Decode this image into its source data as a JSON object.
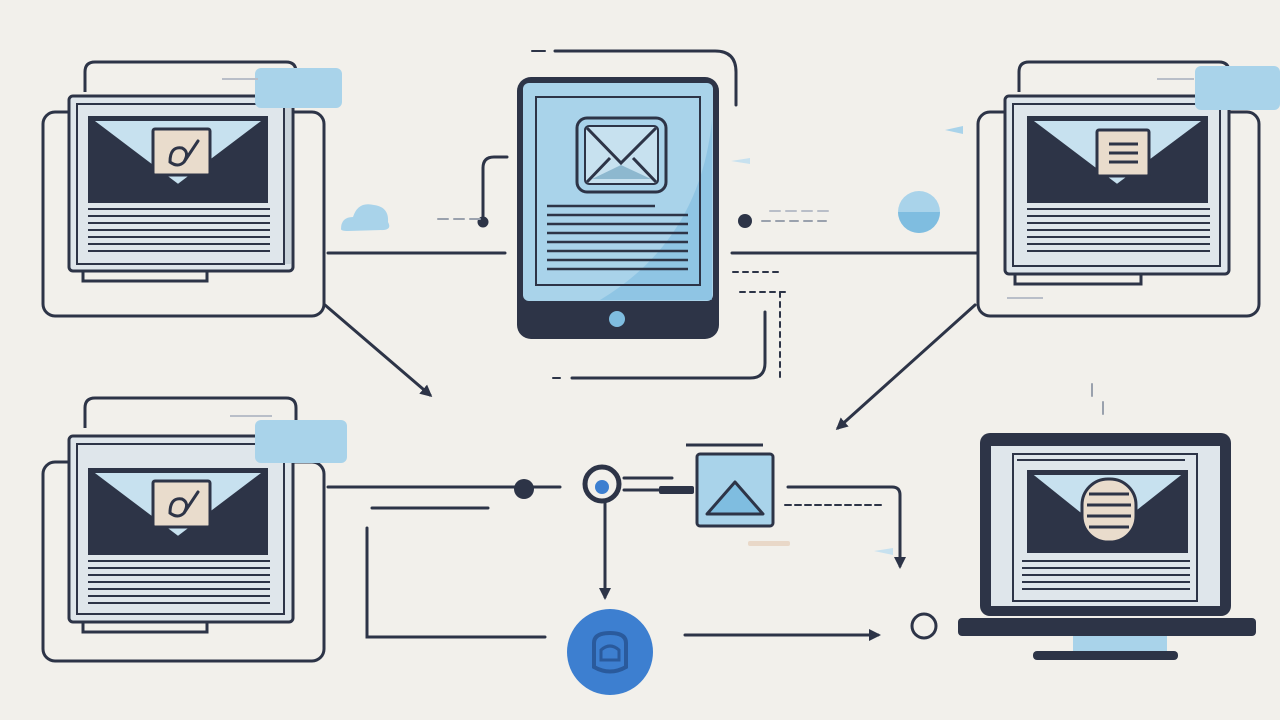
{
  "colors": {
    "background": "#f2f0eb",
    "ink": "#2d3447",
    "light_blue": "#a9d3ea",
    "mid_blue": "#7fbde0",
    "paper": "#d8e3ea",
    "accent_blue": "#3d7fd0",
    "tag": "#e9d8c8"
  },
  "nodes": [
    {
      "name": "email-window-top-left",
      "kind": "window",
      "glyph": "check-icon"
    },
    {
      "name": "tablet-center",
      "kind": "tablet",
      "glyph": "envelope-icon"
    },
    {
      "name": "email-window-top-right",
      "kind": "window",
      "glyph": "document-icon"
    },
    {
      "name": "email-window-bottom-left",
      "kind": "window",
      "glyph": "check-icon"
    },
    {
      "name": "router-hub",
      "kind": "hub",
      "glyph": "image-icon"
    },
    {
      "name": "user-node",
      "kind": "circle",
      "glyph": "user-icon"
    },
    {
      "name": "laptop-bottom-right",
      "kind": "laptop",
      "glyph": "database-icon"
    }
  ],
  "edges": [
    {
      "from": "email-window-top-left",
      "to": "email-window-bottom-left",
      "style": "arrow"
    },
    {
      "from": "email-window-top-right",
      "to": "router-hub",
      "style": "arrow"
    },
    {
      "from": "tablet-center",
      "to": "email-window-top-right",
      "style": "line"
    },
    {
      "from": "email-window-bottom-left",
      "to": "router-hub",
      "style": "line"
    },
    {
      "from": "router-hub",
      "to": "user-node",
      "style": "arrow"
    },
    {
      "from": "user-node",
      "to": "laptop-bottom-right",
      "style": "arrow"
    }
  ]
}
